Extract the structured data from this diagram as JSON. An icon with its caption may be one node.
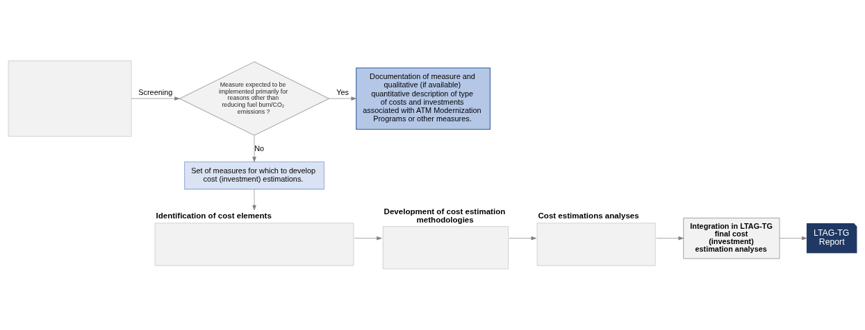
{
  "diagram": {
    "nodes": [
      {
        "text": [],
        "shape": "box"
      },
      {
        "text": [
          "Measure expected to be implemented primarily for reasons other than reducing fuel burn/CO₂ emissions ?"
        ]
      },
      {
        "text": [
          "Documentation of measure and qualitative (if available) quantitative description of type of costs and investments associated with ATM Modernization Programs or other measures."
        ]
      },
      {
        "text": [
          "Set of measures for which to develop cost (investment) estimations."
        ]
      },
      {
        "text": [
          "LTAG-TG Report"
        ]
      },
      {
        "text": [
          "Identification of cost elements"
        ]
      },
      {
        "text": [
          "Development of cost estimation methodologies"
        ]
      },
      {
        "text": [
          "Cost estimations analyses"
        ]
      },
      {
        "text": [
          "Integration in LTAG-TG final cost (investment) estimation analyses"
        ]
      }
    ],
    "edges": [
      {
        "from": 0,
        "to": 1,
        "arrow": "to",
        "label": "Screening"
      },
      {
        "from": 1,
        "to": 2,
        "arrow": "to",
        "label": "Yes"
      },
      {
        "from": 1,
        "to": 3,
        "arrow": "to",
        "label": "No"
      },
      {
        "from": 3,
        "to": 5,
        "arrow": "to"
      },
      {
        "from": 5,
        "to": 6,
        "arrow": "to"
      },
      {
        "from": 6,
        "to": 7,
        "arrow": "to"
      },
      {
        "from": 7,
        "to": 8,
        "arrow": "to"
      },
      {
        "from": 8,
        "to": 4,
        "arrow": "to"
      }
    ]
  }
}
